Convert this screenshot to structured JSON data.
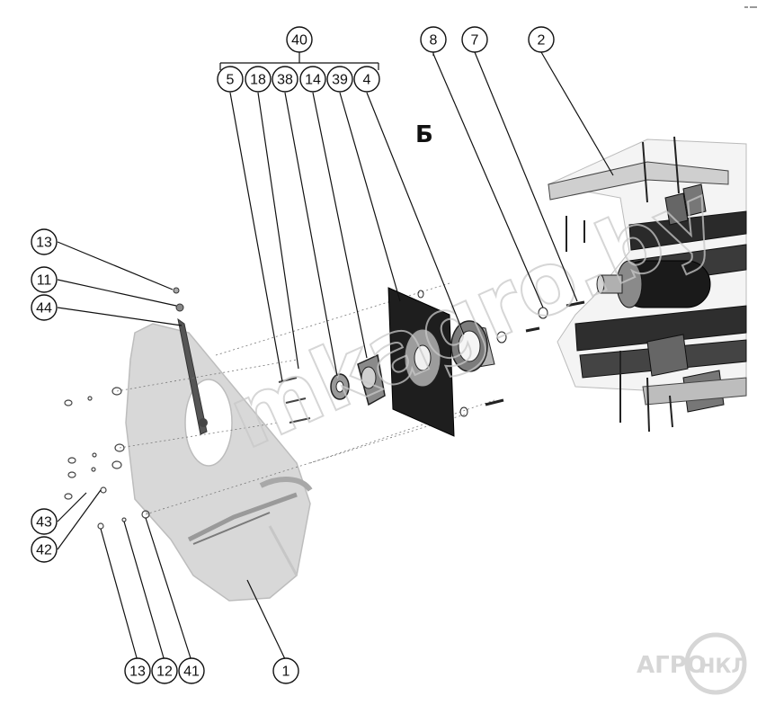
{
  "section_label": "Б",
  "watermark": "mkagro.by",
  "logo": {
    "left": "АГРО",
    "right": "НКЛ"
  },
  "callouts": [
    {
      "id": "c40",
      "label": "40"
    },
    {
      "id": "c5",
      "label": "5"
    },
    {
      "id": "c18",
      "label": "18"
    },
    {
      "id": "c38",
      "label": "38"
    },
    {
      "id": "c14",
      "label": "14"
    },
    {
      "id": "c39",
      "label": "39"
    },
    {
      "id": "c4",
      "label": "4"
    },
    {
      "id": "c8",
      "label": "8"
    },
    {
      "id": "c7",
      "label": "7"
    },
    {
      "id": "c2",
      "label": "2"
    },
    {
      "id": "c13a",
      "label": "13"
    },
    {
      "id": "c11",
      "label": "11"
    },
    {
      "id": "c44",
      "label": "44"
    },
    {
      "id": "c43",
      "label": "43"
    },
    {
      "id": "c42",
      "label": "42"
    },
    {
      "id": "c13b",
      "label": "13"
    },
    {
      "id": "c12",
      "label": "12"
    },
    {
      "id": "c41",
      "label": "41"
    },
    {
      "id": "c1",
      "label": "1"
    }
  ]
}
